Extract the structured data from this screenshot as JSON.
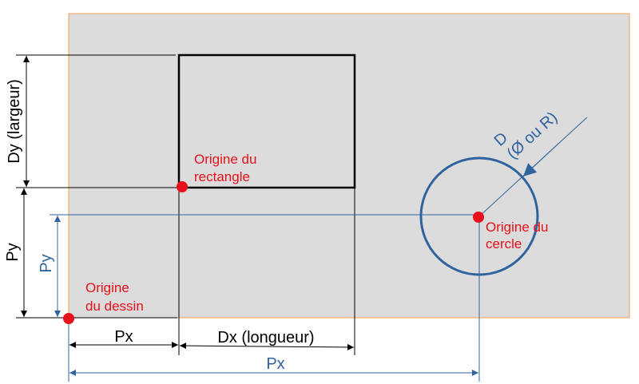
{
  "labels": {
    "rect_origin": [
      "Origine du",
      "rectangle"
    ],
    "drawing_origin": [
      "Origine",
      "du dessin"
    ],
    "circle_origin": [
      "Origine du",
      "cercle"
    ],
    "dy": "Dy (largeur)",
    "py_black": "Py",
    "py_blue": "Py",
    "px_black": "Px",
    "dx": "Dx (longueur)",
    "px_blue": "Px",
    "d": "D",
    "d_sub": "(Ø ou R)"
  },
  "colors": {
    "canvas": "#dcdcdc",
    "canvas_border": "#f0a050",
    "origin": "#e8101a",
    "circle": "#2f63a0",
    "dimension_black": "#000000"
  }
}
